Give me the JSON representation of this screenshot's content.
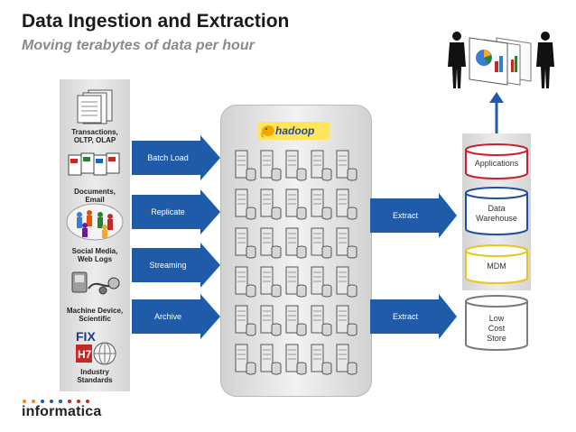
{
  "header": {
    "title": "Data Ingestion and Extraction",
    "subtitle": "Moving terabytes of data per hour"
  },
  "sources": [
    {
      "label": "Transactions,\nOLTP, OLAP",
      "icon": "document-stack-icon"
    },
    {
      "label": "Documents,\nEmail",
      "icon": "documents-icon"
    },
    {
      "label": "Social Media,\nWeb Logs",
      "icon": "people-icon"
    },
    {
      "label": "Machine Device,\nScientific",
      "icon": "device-icon"
    },
    {
      "label": "Industry\nStandards",
      "icon": "standards-logos-icon"
    }
  ],
  "ingest_arrows": [
    "Batch Load",
    "Replicate",
    "Streaming",
    "Archive"
  ],
  "hadoop": {
    "logo_text": "hadoop",
    "logo_icon": "elephant-icon"
  },
  "extract_arrows": [
    "Extract",
    "Extract"
  ],
  "targets": {
    "applications": "Applications",
    "data_warehouse": "Data\nWarehouse",
    "mdm": "MDM",
    "low_cost_store": "Low\nCost\nStore"
  },
  "brand": {
    "name": "informatica"
  },
  "colors": {
    "arrow_blue": "#1f5ba8",
    "applications_ring": "#c8202f",
    "warehouse_ring": "#1f4f9c",
    "mdm_ring": "#e8c51a",
    "store_ring": "#7a7a7a"
  }
}
